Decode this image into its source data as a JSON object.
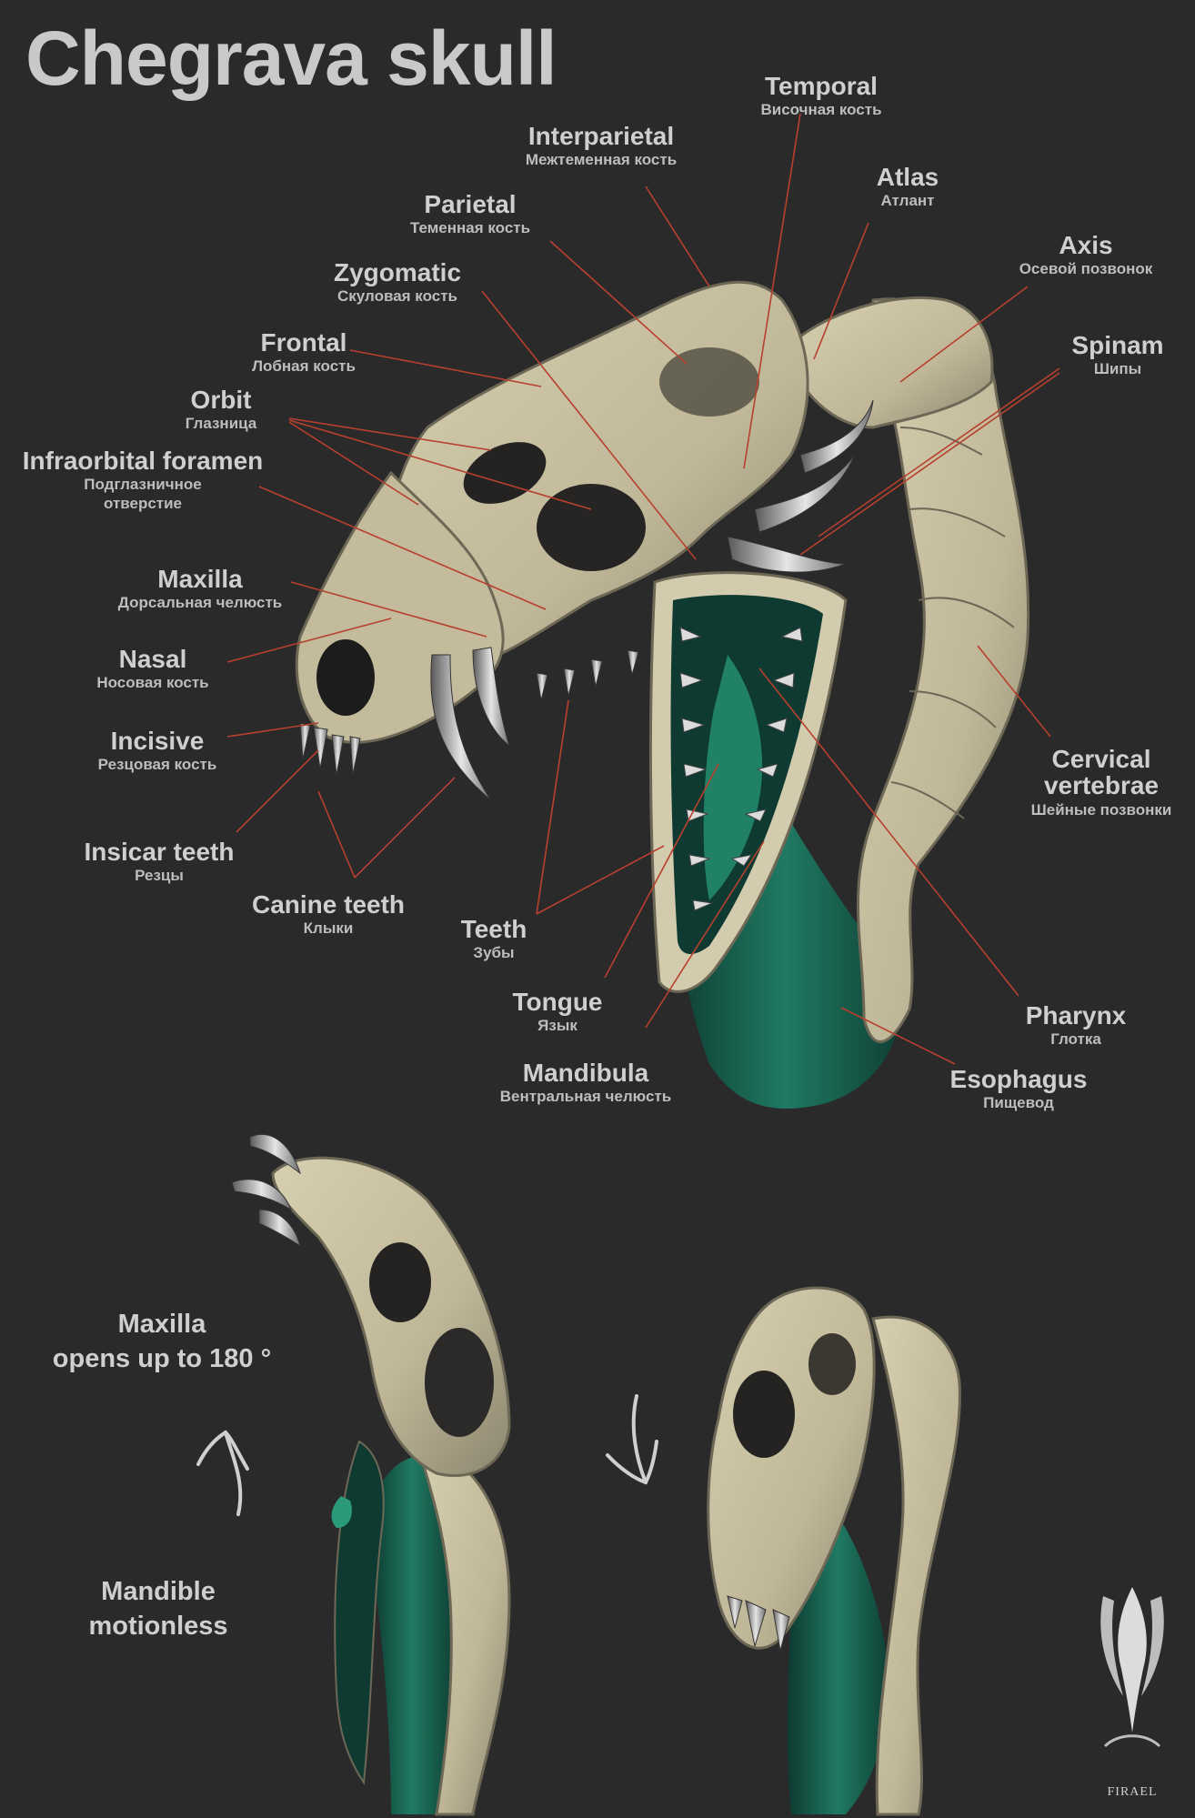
{
  "title": "Chegrava skull",
  "labels": {
    "temporal": {
      "en": "Temporal",
      "ru": "Височная кость"
    },
    "interparietal": {
      "en": "Interparietal",
      "ru": "Межтеменная кость"
    },
    "atlas": {
      "en": "Atlas",
      "ru": "Атлант"
    },
    "parietal": {
      "en": "Parietal",
      "ru": "Теменная кость"
    },
    "axis": {
      "en": "Axis",
      "ru": "Осевой позвонок"
    },
    "zygomatic": {
      "en": "Zygomatic",
      "ru": "Скуловая кость"
    },
    "spinam": {
      "en": "Spinam",
      "ru": "Шипы"
    },
    "frontal": {
      "en": "Frontal",
      "ru": "Лобная кость"
    },
    "orbit": {
      "en": "Orbit",
      "ru": "Глазница"
    },
    "infraorbital": {
      "en": "Infraorbital foramen",
      "ru1": "Подглазничное",
      "ru2": "отверстие"
    },
    "maxilla": {
      "en": "Maxilla",
      "ru": "Дорсальная челюсть"
    },
    "nasal": {
      "en": "Nasal",
      "ru": "Носовая кость"
    },
    "incisive": {
      "en": "Incisive",
      "ru": "Резцовая кость"
    },
    "insicar": {
      "en": "Insicar teeth",
      "ru": "Резцы"
    },
    "canine": {
      "en": "Canine teeth",
      "ru": "Клыки"
    },
    "teeth": {
      "en": "Teeth",
      "ru": "Зубы"
    },
    "tongue": {
      "en": "Tongue",
      "ru": "Язык"
    },
    "mandibula": {
      "en": "Mandibula",
      "ru": "Вентральная челюсть"
    },
    "cervical": {
      "en1": "Cervical",
      "en2": "vertebrae",
      "ru": "Шейные позвонки"
    },
    "pharynx": {
      "en": "Pharynx",
      "ru": "Глотка"
    },
    "esophagus": {
      "en": "Esophagus",
      "ru": "Пищевод"
    }
  },
  "notes": {
    "maxilla_line1": "Maxilla",
    "maxilla_line2": "opens up to 180 °",
    "mandible_line1": "Mandible",
    "mandible_line2": "motionless"
  },
  "logo": {
    "text": "FIRAEL"
  },
  "colors": {
    "background": "#2a2a2b",
    "bone": "#c8c0a0",
    "bone_shadow": "#5d5a4c",
    "tissue": "#1b6b58",
    "leader_line": "#b8402e",
    "text": "#cfcfcf"
  }
}
